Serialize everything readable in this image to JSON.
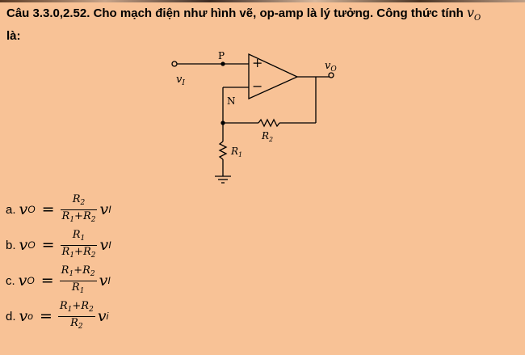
{
  "question": {
    "prefix": "Câu 3.3.0,2.52. Cho mạch điện như hình vẽ, op-amp là lý tưởng. Công thức tính",
    "var": "v",
    "var_sub": "O",
    "line2": "là:"
  },
  "circuit": {
    "label_P": "P",
    "label_N": "N",
    "vin_var": "v",
    "vin_sub": "I",
    "vout_var": "v",
    "vout_sub": "O",
    "r2_var": "R",
    "r2_sub": "2",
    "r1_var": "R",
    "r1_sub": "1",
    "plus_sign": "+",
    "minus_sign": "−"
  },
  "options": [
    {
      "letter": "a.",
      "lhs_var": "v",
      "lhs_sub": "O",
      "equals": "=",
      "num": [
        {
          "v": "R",
          "s": "2"
        }
      ],
      "den": [
        {
          "v": "R",
          "s": "1"
        },
        {
          "op": "+"
        },
        {
          "v": "R",
          "s": "2"
        }
      ],
      "rhs_var": "v",
      "rhs_sub": "I"
    },
    {
      "letter": "b.",
      "lhs_var": "v",
      "lhs_sub": "O",
      "equals": "=",
      "num": [
        {
          "v": "R",
          "s": "1"
        }
      ],
      "den": [
        {
          "v": "R",
          "s": "1"
        },
        {
          "op": "+"
        },
        {
          "v": "R",
          "s": "2"
        }
      ],
      "rhs_var": "v",
      "rhs_sub": "I"
    },
    {
      "letter": "c.",
      "lhs_var": "v",
      "lhs_sub": "O",
      "equals": "=",
      "num": [
        {
          "v": "R",
          "s": "1"
        },
        {
          "op": "+"
        },
        {
          "v": "R",
          "s": "2"
        }
      ],
      "den": [
        {
          "v": "R",
          "s": "1"
        }
      ],
      "rhs_var": "v",
      "rhs_sub": "I"
    },
    {
      "letter": "d.",
      "lhs_var": "v",
      "lhs_sub": "o",
      "equals": "=",
      "num": [
        {
          "v": "R",
          "s": "1"
        },
        {
          "op": "+"
        },
        {
          "v": "R",
          "s": "2"
        }
      ],
      "den": [
        {
          "v": "R",
          "s": "2"
        }
      ],
      "rhs_var": "v",
      "rhs_sub": "i"
    }
  ]
}
